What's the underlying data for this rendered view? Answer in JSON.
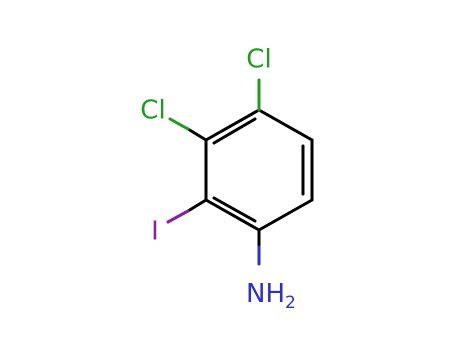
{
  "atoms": {
    "cl_top": {
      "symbol": "Cl"
    },
    "cl_left": {
      "symbol": "Cl"
    },
    "iodine": {
      "symbol": "I"
    },
    "amine": {
      "symbol": "NH",
      "subscript": "2"
    }
  },
  "colors": {
    "bond": "#000000",
    "chlorine": "#1f9c1f",
    "iodine": "#8b1fa3",
    "nitrogen": "#2b2fd0"
  }
}
